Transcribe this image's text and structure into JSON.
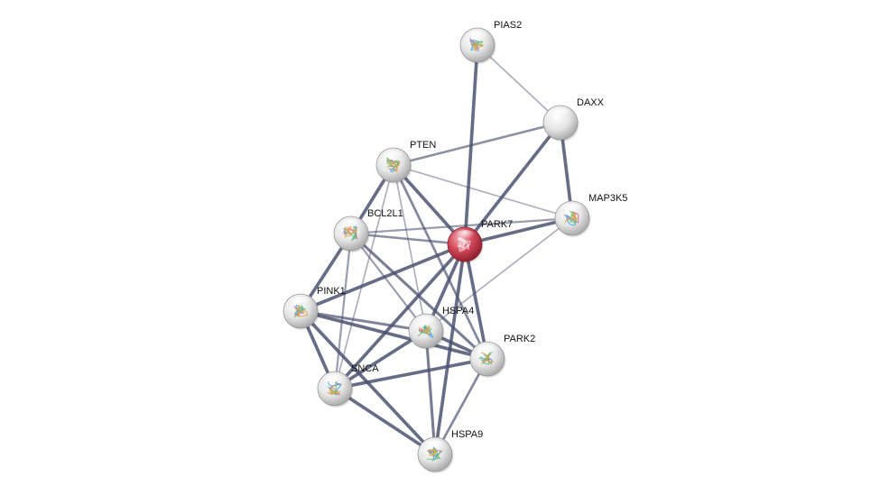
{
  "network": {
    "colors": {
      "edge": "#4a5170",
      "node_default": "#d8d8d8",
      "node_query": "#c8394a",
      "label": "#111111"
    },
    "nodes": [
      {
        "id": "PIAS2",
        "label": "PIAS2",
        "type": "default",
        "icon": "protein-structure-icon"
      },
      {
        "id": "DAXX",
        "label": "DAXX",
        "type": "default",
        "icon": "blank-node-icon"
      },
      {
        "id": "PTEN",
        "label": "PTEN",
        "type": "default",
        "icon": "protein-structure-icon"
      },
      {
        "id": "MAP3K5",
        "label": "MAP3K5",
        "type": "default",
        "icon": "protein-structure-icon"
      },
      {
        "id": "BCL2L1",
        "label": "BCL2L1",
        "type": "default",
        "icon": "protein-structure-icon"
      },
      {
        "id": "PARK7",
        "label": "PARK7",
        "type": "query",
        "icon": "protein-structure-icon"
      },
      {
        "id": "PINK1",
        "label": "PINK1",
        "type": "default",
        "icon": "protein-structure-icon"
      },
      {
        "id": "HSPA4",
        "label": "HSPA4",
        "type": "default",
        "icon": "protein-structure-icon"
      },
      {
        "id": "PARK2",
        "label": "PARK2",
        "type": "default",
        "icon": "protein-structure-icon"
      },
      {
        "id": "SNCA",
        "label": "SNCA",
        "type": "default",
        "icon": "protein-structure-icon"
      },
      {
        "id": "HSPA9",
        "label": "HSPA9",
        "type": "default",
        "icon": "protein-structure-icon"
      }
    ],
    "edges": [
      {
        "source": "PIAS2",
        "target": "PARK7",
        "strength": 0.85
      },
      {
        "source": "PIAS2",
        "target": "DAXX",
        "strength": 0.3
      },
      {
        "source": "DAXX",
        "target": "PTEN",
        "strength": 0.55
      },
      {
        "source": "DAXX",
        "target": "PARK7",
        "strength": 0.85
      },
      {
        "source": "DAXX",
        "target": "MAP3K5",
        "strength": 0.85
      },
      {
        "source": "PTEN",
        "target": "PARK7",
        "strength": 0.85
      },
      {
        "source": "PTEN",
        "target": "BCL2L1",
        "strength": 0.85
      },
      {
        "source": "PTEN",
        "target": "MAP3K5",
        "strength": 0.3
      },
      {
        "source": "PTEN",
        "target": "PARK2",
        "strength": 0.6
      },
      {
        "source": "PTEN",
        "target": "HSPA4",
        "strength": 0.3
      },
      {
        "source": "PTEN",
        "target": "SNCA",
        "strength": 0.3
      },
      {
        "source": "MAP3K5",
        "target": "PARK7",
        "strength": 0.85
      },
      {
        "source": "MAP3K5",
        "target": "BCL2L1",
        "strength": 0.45
      },
      {
        "source": "MAP3K5",
        "target": "HSPA4",
        "strength": 0.3
      },
      {
        "source": "BCL2L1",
        "target": "PARK7",
        "strength": 0.55
      },
      {
        "source": "BCL2L1",
        "target": "PINK1",
        "strength": 0.85
      },
      {
        "source": "BCL2L1",
        "target": "PARK2",
        "strength": 0.7
      },
      {
        "source": "BCL2L1",
        "target": "SNCA",
        "strength": 0.45
      },
      {
        "source": "BCL2L1",
        "target": "HSPA4",
        "strength": 0.45
      },
      {
        "source": "PARK7",
        "target": "PINK1",
        "strength": 0.85
      },
      {
        "source": "PARK7",
        "target": "HSPA4",
        "strength": 0.85
      },
      {
        "source": "PARK7",
        "target": "PARK2",
        "strength": 0.85
      },
      {
        "source": "PARK7",
        "target": "SNCA",
        "strength": 0.85
      },
      {
        "source": "PARK7",
        "target": "HSPA9",
        "strength": 0.85
      },
      {
        "source": "PINK1",
        "target": "HSPA4",
        "strength": 0.65
      },
      {
        "source": "PINK1",
        "target": "PARK2",
        "strength": 0.85
      },
      {
        "source": "PINK1",
        "target": "SNCA",
        "strength": 0.85
      },
      {
        "source": "PINK1",
        "target": "HSPA9",
        "strength": 0.85
      },
      {
        "source": "HSPA4",
        "target": "PARK2",
        "strength": 0.85
      },
      {
        "source": "HSPA4",
        "target": "SNCA",
        "strength": 0.85
      },
      {
        "source": "HSPA4",
        "target": "HSPA9",
        "strength": 0.7
      },
      {
        "source": "PARK2",
        "target": "SNCA",
        "strength": 0.85
      },
      {
        "source": "PARK2",
        "target": "HSPA9",
        "strength": 0.6
      },
      {
        "source": "SNCA",
        "target": "HSPA9",
        "strength": 0.85
      }
    ]
  }
}
